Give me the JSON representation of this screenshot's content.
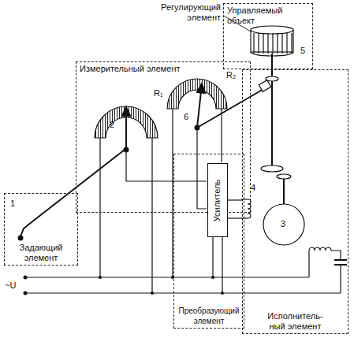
{
  "diagram": {
    "nodes": [
      {
        "text": [
          "Управляемый объект"
        ]
      },
      {
        "text": [
          "Измерительный элемент"
        ]
      },
      {
        "text": [
          "Задающий элемент"
        ]
      },
      {
        "text": [
          "Преобразующий элемент"
        ]
      },
      {
        "text": [
          "Усилитель"
        ],
        "in": 3
      },
      {
        "text": [
          "Исполнитель- ный элемент"
        ]
      }
    ],
    "edges": [
      {
        "from": 4,
        "to": 5,
        "arrow": "none"
      }
    ],
    "labels": [
      "Регулирующий элемент",
      "5",
      "R₁",
      "R₂",
      "2",
      "6",
      "4",
      "1",
      "3",
      "~U"
    ]
  }
}
